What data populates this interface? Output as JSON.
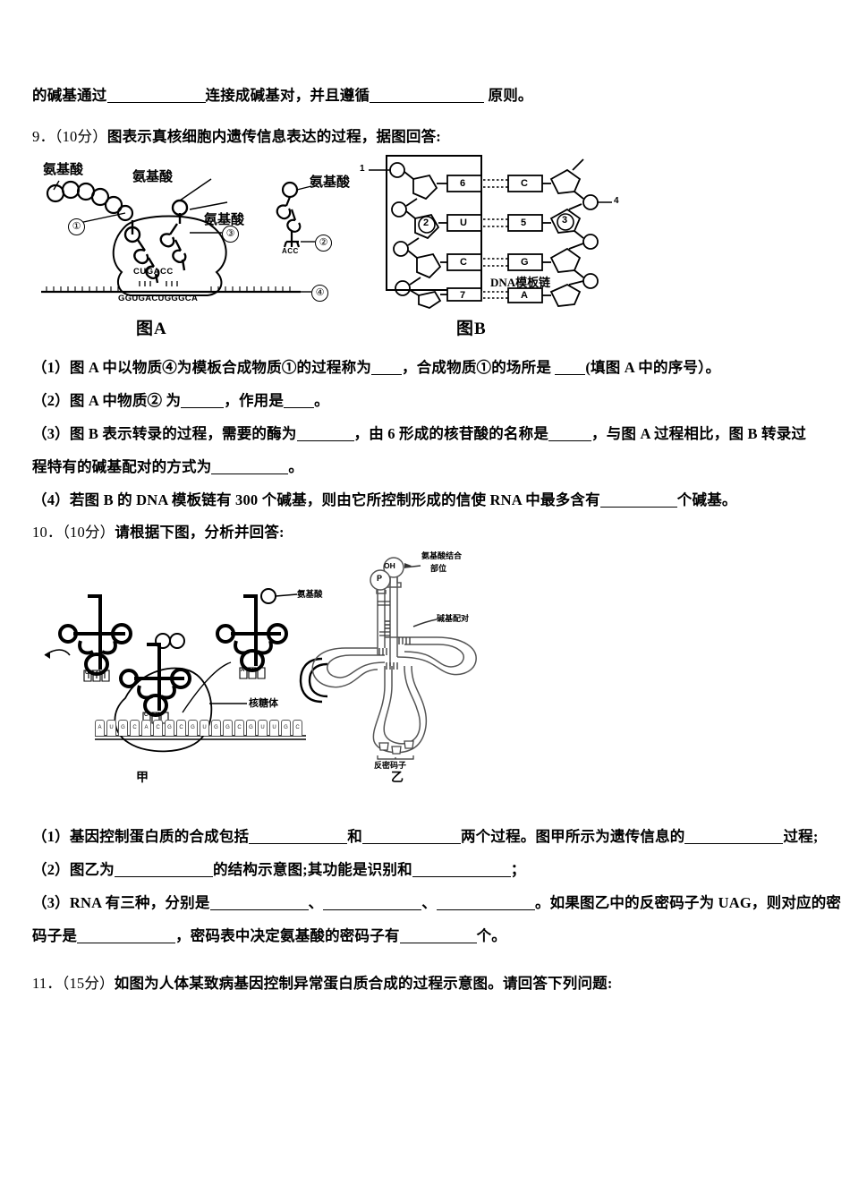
{
  "document": {
    "type": "exam-paper",
    "subject_hint": "biology-genetics",
    "line_top": {
      "pre": "的碱基通过",
      "mid": "连接成碱基对，并且遵循",
      "post": "原则。"
    }
  },
  "questions": [
    {
      "number": "9．",
      "score": "（10分）",
      "stem": "图表示真核细胞内遗传信息表达的过程，据图回答:",
      "parts": [
        {
          "label": "（1）",
          "segments": [
            "图 A 中以物质④为模板合成物质①的过程称为",
            "，合成物质①的场所是 ",
            "(填图 A 中的序号）。"
          ]
        },
        {
          "label": "（2）",
          "segments": [
            "图 A 中物质② 为",
            "，作用是",
            "。"
          ]
        },
        {
          "label": "（3）",
          "segments": [
            "图 B 表示转录的过程，需要的酶为",
            "，由 6 形成的核苷酸的名称是",
            "，与图 A 过程相比，图 B 转录过"
          ],
          "continuation": [
            "程特有的碱基配对的方式为",
            "。"
          ]
        },
        {
          "label": "（4）",
          "segments": [
            "若图 B 的 DNA 模板链有 300 个碱基，则由它所控制形成的信使 RNA 中最多含有",
            "个碱基。"
          ]
        }
      ]
    },
    {
      "number": "10．",
      "score": "（10分）",
      "stem": "请根据下图，分析并回答:",
      "parts": [
        {
          "label": "（1）",
          "segments": [
            "基因控制蛋白质的合成包括",
            "和",
            "两个过程。图甲所示为遗传信息的",
            "过程;"
          ]
        },
        {
          "label": "（2）",
          "segments": [
            "图乙为",
            "的结构示意图;其功能是识别和",
            "；"
          ]
        },
        {
          "label": "（3）",
          "segments": [
            "RNA 有三种，分别是",
            "、",
            "、",
            "。如果图乙中的反密码子为 UAG，则对应的密"
          ],
          "continuation": [
            "码子是",
            "，密码表中决定氨基酸的密码子有",
            "个。"
          ]
        }
      ]
    },
    {
      "number": "11．",
      "score": "（15分）",
      "stem": "如图为人体某致病基因控制异常蛋白质合成的过程示意图。请回答下列问题:"
    }
  ],
  "figures": {
    "figA": {
      "caption": "图A",
      "labels": {
        "amino_acid_1": "氨基酸",
        "amino_acid_2": "氨基酸",
        "amino_acid_3": "氨基酸",
        "amino_acid_4": "氨基酸"
      },
      "markers": [
        "①",
        "②",
        "③",
        "④"
      ],
      "sequences": {
        "trna_anticodon": "CUGACC",
        "mrna": "GGUGACUGGGCA",
        "free_trna_tail": "ACC"
      }
    },
    "figB": {
      "caption": "图B",
      "dna_template_label": "DNA模板链",
      "markers": [
        "1",
        "2",
        "3",
        "4"
      ],
      "rna_bases": [
        "6",
        "U",
        "C",
        "7"
      ],
      "dna_bases": [
        "C",
        "5",
        "G",
        "A"
      ]
    },
    "figJia": {
      "caption": "甲",
      "labels": {
        "amino_acid": "氨基酸",
        "ribosome": "核糖体"
      },
      "trna_anticodons": [
        "UAC",
        "CUG",
        "ACG"
      ],
      "mrna_bases": [
        "A",
        "U",
        "G",
        "C",
        "A",
        "C",
        "G",
        "C",
        "G",
        "U",
        "G",
        "G",
        "C",
        "G",
        "U",
        "U",
        "G",
        "C"
      ]
    },
    "figYi": {
      "caption": "乙",
      "labels": {
        "oh": "OH",
        "p": "P",
        "amino_acid_binding_site": "氨基酸结合\n部位",
        "amino_acid_binding_site_line1": "氨基酸结合",
        "amino_acid_binding_site_line2": "部位",
        "base_pairing": "碱基配对",
        "anticodon": "反密码子"
      }
    }
  },
  "colors": {
    "ink": "#000000",
    "paper": "#ffffff",
    "figure_gray": "#6b6b6b"
  }
}
